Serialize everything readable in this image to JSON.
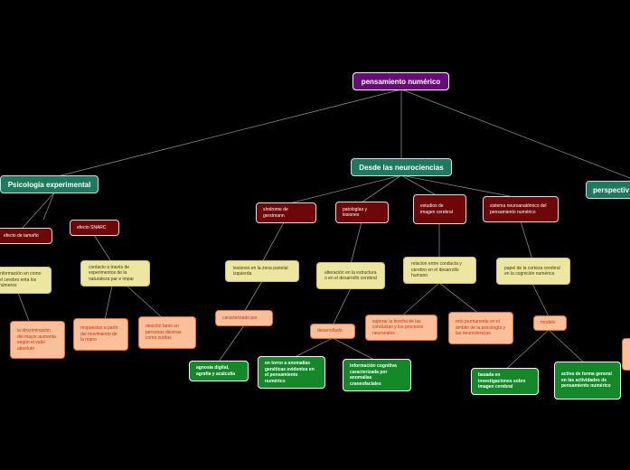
{
  "root": "pensamiento numérico",
  "main": {
    "neuro": "Desde las neurociencias",
    "psico": "Psicología experimental",
    "persp": "perspectiv"
  },
  "neuro": {
    "sindrome": "síndrome de gerstmann",
    "patologias": "patologías y lesiones",
    "estudios": "estudios de imagen cerebral",
    "sistema": "sistema neuroanatómico del pensamiento numérico",
    "lesiones": "lesiones en la zona parietal izquierda",
    "caracterizado": "caracterizado por",
    "agnosia": "agnosia digital, agrafia y acalculia",
    "alteracion": "alteración en la estructura o en el desarrollo cerebral",
    "desarrollado": "desarrollado",
    "anomalias": "en torno a anomalías genéticas evidentes en el pensamiento numérico",
    "informacion": "información cognitiva caracterizada por anomalías craneofaciales",
    "relacion": "relacion entre conducta y cerebro en el desarrollo humano",
    "superar": "superar la brecha de las conductas y los procesos neuronales",
    "reto": "reto permanente en el ámbito de la psicología y las neurociencias",
    "papel": "papel de la corteza cerebral en la cognición numérica",
    "modelo": "modelo",
    "basada": "basada en investigaciones sobre imagen cerebral",
    "activa": "activa de forma general en las actividades de pensamiento numérico"
  },
  "psico": {
    "tamano": "efecto de tamaño",
    "snarc": "efecto SNARC",
    "info_cerebro": "información en como el cerebro enta los números",
    "discriminacion": "la discriminación del mayor aumenta según el valor absoluto",
    "contacto": "contacto a través de experimentos de la naturaleza par e impar",
    "respuestas": "respuestas a partir del movimiento de la mano",
    "descrito": "descrito tanto en personas diestras como zurdas"
  },
  "colors": {
    "background": "#000000",
    "root": "#6a0a7a",
    "teal": "#1d7a5e",
    "maroon": "#6e0808",
    "yellow": "#ece6a0",
    "peach": "#fbbf9a",
    "green": "#14892a",
    "line": "#8a8a8a"
  }
}
